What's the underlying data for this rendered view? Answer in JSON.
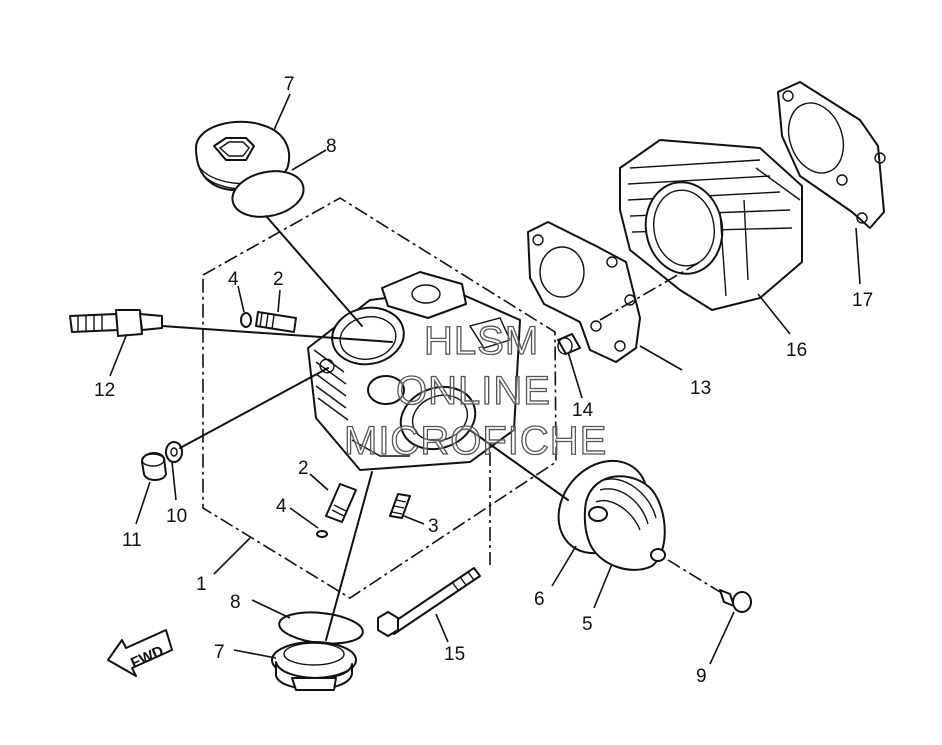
{
  "diagram": {
    "watermark": [
      "HLSM",
      "ONLINE",
      "MICROFICHE"
    ],
    "direction_arrow": "FWD",
    "callouts": [
      {
        "id": "c7a",
        "text": "7"
      },
      {
        "id": "c8a",
        "text": "8"
      },
      {
        "id": "c4a",
        "text": "4"
      },
      {
        "id": "c2a",
        "text": "2"
      },
      {
        "id": "c12",
        "text": "12"
      },
      {
        "id": "c11",
        "text": "11"
      },
      {
        "id": "c10",
        "text": "10"
      },
      {
        "id": "c2b",
        "text": "2"
      },
      {
        "id": "c4b",
        "text": "4"
      },
      {
        "id": "c3",
        "text": "3"
      },
      {
        "id": "c1",
        "text": "1"
      },
      {
        "id": "c8b",
        "text": "8"
      },
      {
        "id": "c7b",
        "text": "7"
      },
      {
        "id": "c15",
        "text": "15"
      },
      {
        "id": "c6",
        "text": "6"
      },
      {
        "id": "c5",
        "text": "5"
      },
      {
        "id": "c9",
        "text": "9"
      },
      {
        "id": "c13",
        "text": "13"
      },
      {
        "id": "c14",
        "text": "14"
      },
      {
        "id": "c16",
        "text": "16"
      },
      {
        "id": "c17",
        "text": "17"
      }
    ]
  }
}
